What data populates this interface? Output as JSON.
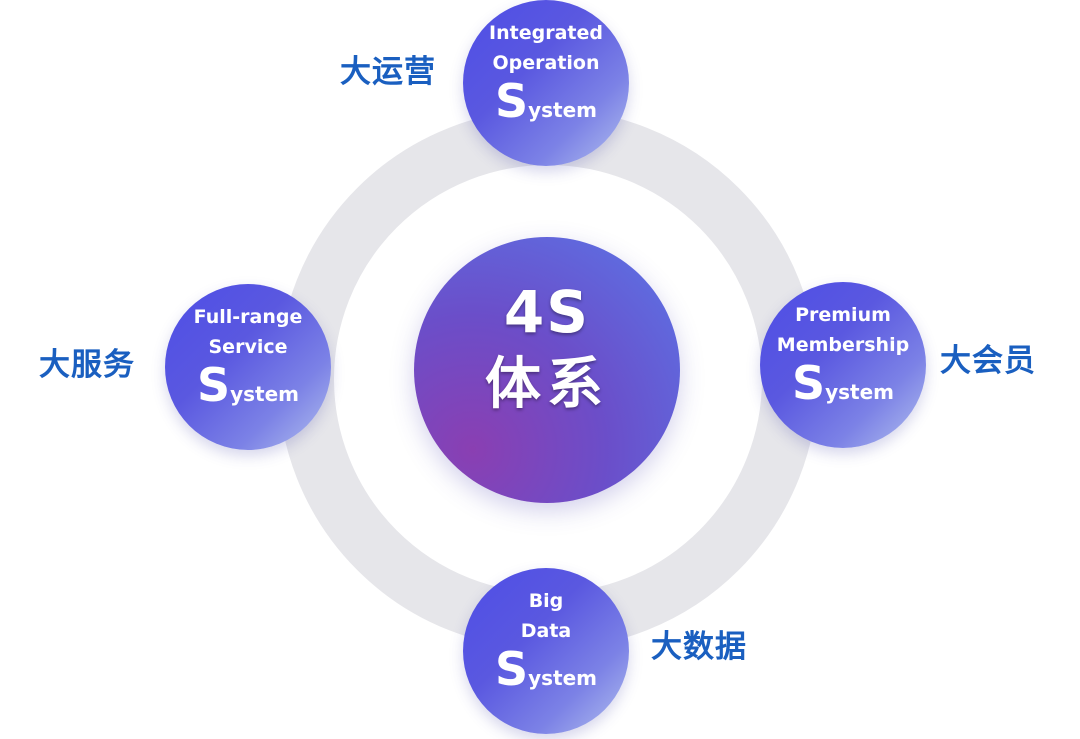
{
  "center": {
    "title": "4S",
    "subtitle": "体系"
  },
  "nodes": {
    "top": {
      "line1": "Integrated",
      "line2": "Operation",
      "sys_cap": "S",
      "sys_rest": "ystem",
      "label": "大运营"
    },
    "right": {
      "line1": "Premium",
      "line2": "Membership",
      "sys_cap": "S",
      "sys_rest": "ystem",
      "label": "大会员"
    },
    "bottom": {
      "line1": "Big",
      "line2": "Data",
      "sys_cap": "S",
      "sys_rest": "ystem",
      "label": "大数据"
    },
    "left": {
      "line1": "Full-range",
      "line2": "Service",
      "sys_cap": "S",
      "sys_rest": "ystem",
      "label": "大服务"
    }
  },
  "colors": {
    "ring": "#e6e6ea",
    "node": "#5a58e0",
    "center": "#7048c8",
    "label": "#1a5fc0"
  }
}
